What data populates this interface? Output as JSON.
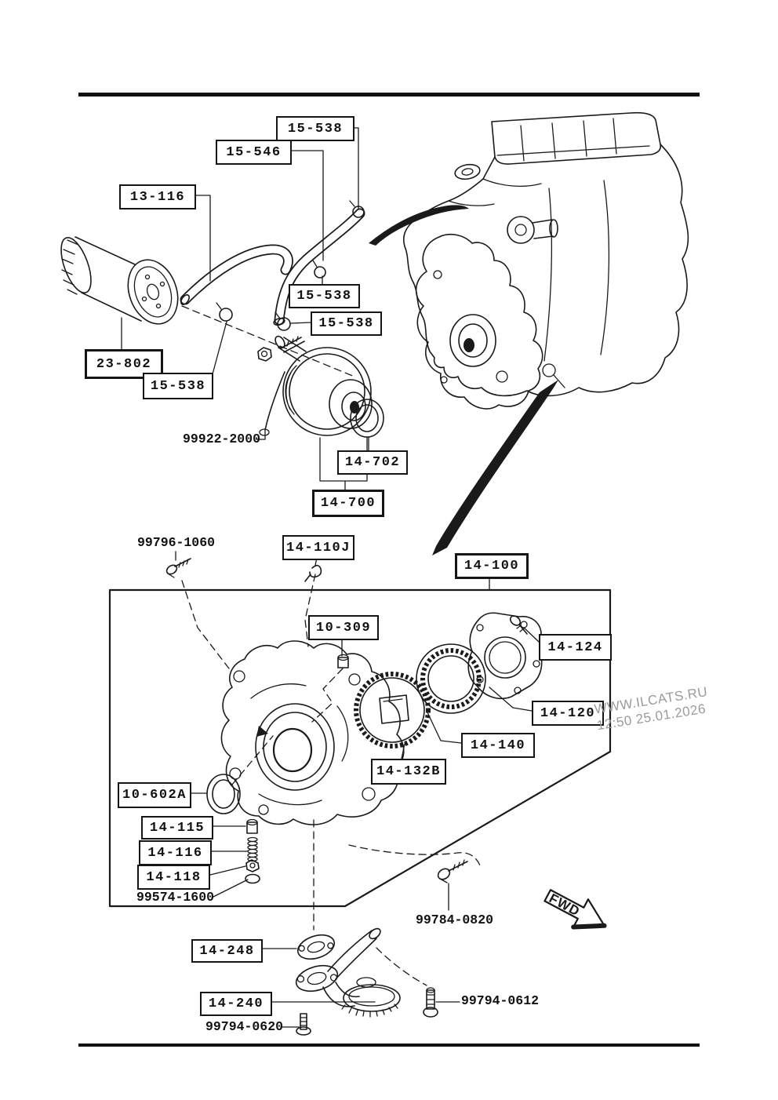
{
  "colors": {
    "ink": "#1a1a1a",
    "watermark_gray": "#9b9b9b",
    "paper": "#ffffff"
  },
  "callouts": {
    "boxed": [
      {
        "id": "hose-clamp-top",
        "text": "15-538"
      },
      {
        "id": "water-hose",
        "text": "15-546"
      },
      {
        "id": "oil-hose",
        "text": "13-116"
      },
      {
        "id": "oil-filter",
        "text": "23-802"
      },
      {
        "id": "hose-clamp-left",
        "text": "15-538"
      },
      {
        "id": "hose-clamp-mid-upper",
        "text": "15-538"
      },
      {
        "id": "hose-clamp-mid-lower",
        "text": "15-538"
      },
      {
        "id": "pulley-seal",
        "text": "14-702"
      },
      {
        "id": "pulley-assembly",
        "text": "14-700"
      },
      {
        "id": "pump-pin",
        "text": "14-110J"
      },
      {
        "id": "oil-pump-assembly",
        "text": "14-100"
      },
      {
        "id": "dowel",
        "text": "10-309"
      },
      {
        "id": "cover-bolt",
        "text": "14-124"
      },
      {
        "id": "pump-cover",
        "text": "14-120"
      },
      {
        "id": "pump-rotor",
        "text": "14-140"
      },
      {
        "id": "pump-sprocket",
        "text": "14-132B"
      },
      {
        "id": "front-oil-seal",
        "text": "10-602A"
      },
      {
        "id": "relief-plug",
        "text": "14-115"
      },
      {
        "id": "relief-spring",
        "text": "14-116"
      },
      {
        "id": "relief-valve",
        "text": "14-118"
      },
      {
        "id": "strainer-gasket",
        "text": "14-248"
      },
      {
        "id": "oil-strainer",
        "text": "14-240"
      }
    ],
    "plain": [
      {
        "id": "special-tool",
        "text": "99922-2000"
      },
      {
        "id": "mount-bolt",
        "text": "99796-1060"
      },
      {
        "id": "plug-washer",
        "text": "99574-1600"
      },
      {
        "id": "pump-bolt",
        "text": "99784-0820"
      },
      {
        "id": "strainer-bolt-right",
        "text": "99794-0612"
      },
      {
        "id": "strainer-bolt-left",
        "text": "99794-0620"
      }
    ]
  },
  "watermark": {
    "line1": "WWW.ILCATS.RU",
    "line2": "12:50 25.01.2026"
  },
  "direction_arrow": {
    "label": "FWD"
  }
}
